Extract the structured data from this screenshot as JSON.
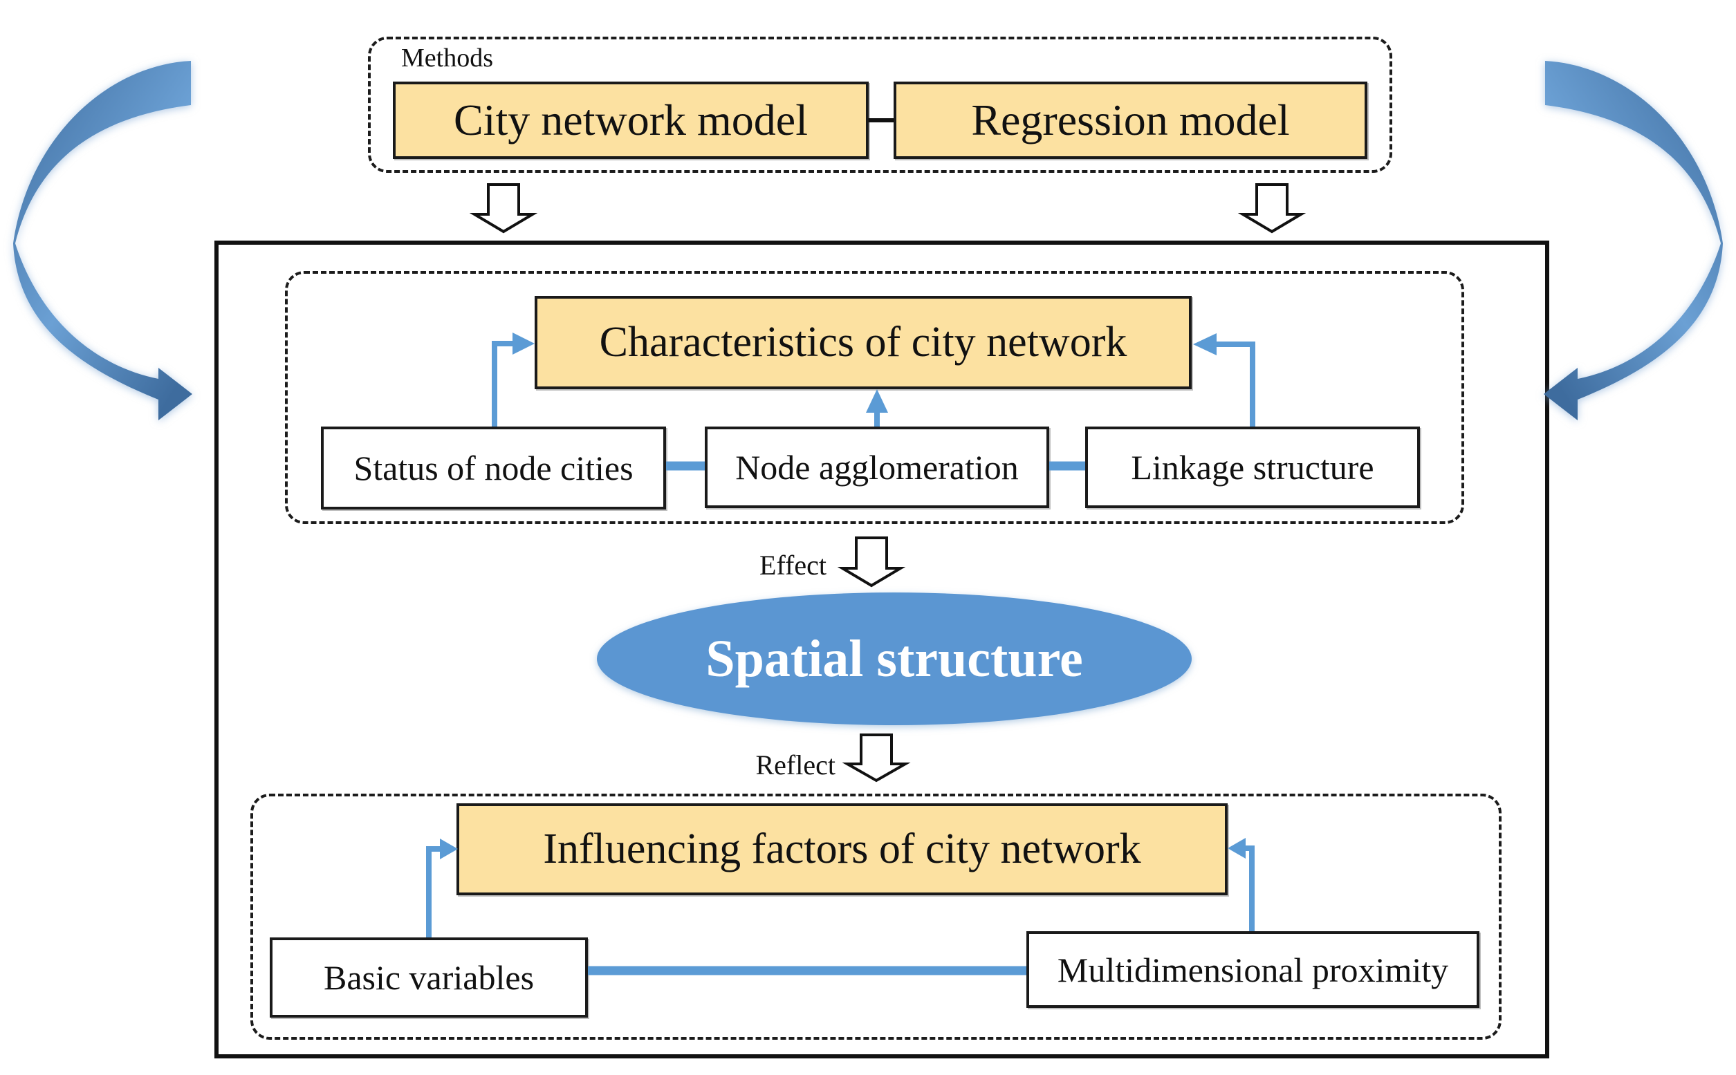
{
  "groups": {
    "methods": "Methods"
  },
  "nodes": {
    "city_network_model": "City network model",
    "regression_model": "Regression model",
    "characteristics": "Characteristics of city network",
    "status": "Status of node cities",
    "agglomeration": "Node agglomeration",
    "linkage": "Linkage structure",
    "spatial_structure": "Spatial structure",
    "influencing": "Influencing factors of city network",
    "basic_variables": "Basic variables",
    "proximity": "Multidimensional proximity"
  },
  "edge_labels": {
    "effect": "Effect",
    "reflect": "Reflect"
  },
  "colors": {
    "node_fill": "#fce1a1",
    "node_border": "#1a1a1a",
    "ellipse_fill": "#5b96d2",
    "connector_blue": "#5b9bd5",
    "curved_arrow_dark": "#3e6c9e",
    "curved_arrow_light": "#6ba0d4"
  }
}
